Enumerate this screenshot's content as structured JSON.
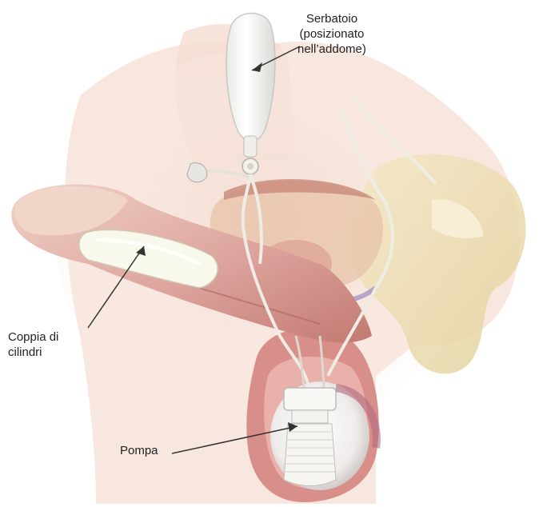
{
  "labels": {
    "reservoir": {
      "line1": "Serbatoio",
      "line2": "(posizionato",
      "line3": "nell’addome)"
    },
    "cylinders": {
      "line1": "Coppia di",
      "line2": "cilindri"
    },
    "pump": {
      "line1": "Pompa"
    }
  },
  "colors": {
    "skin_light": "#f6e6dc",
    "skin_mid": "#e9c7b6",
    "tissue_pink": "#d99a95",
    "tissue_dark": "#b8665f",
    "bone": "#efe2b8",
    "device_white": "#f7f7f4",
    "tube": "#f2f0ec",
    "leader_line": "#333333"
  },
  "icons": [
    "reservoir-device",
    "cylinder-device",
    "pump-device"
  ]
}
